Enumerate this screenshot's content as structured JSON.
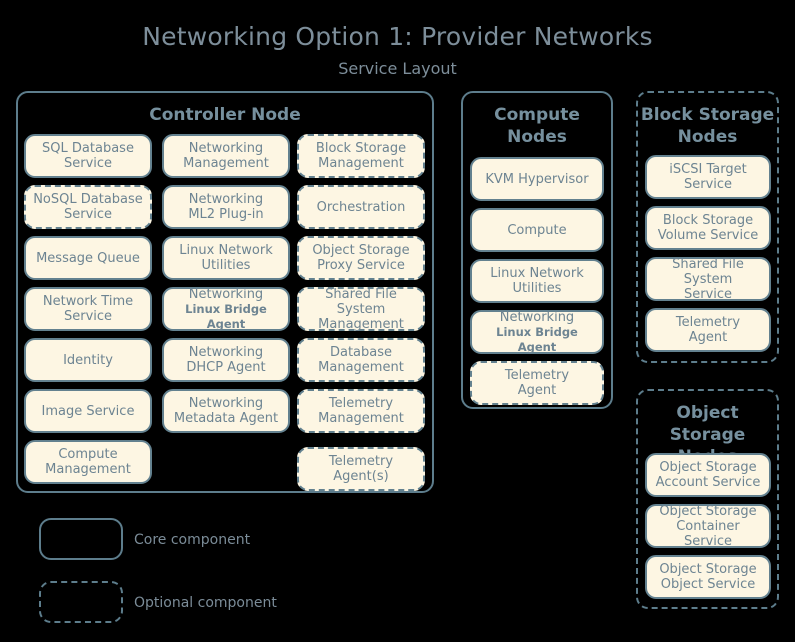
{
  "title": "Networking Option 1: Provider Networks",
  "subtitle": "Service Layout",
  "colors": {
    "background": "#000000",
    "box_fill": "#fdf6e3",
    "border": "#5d7d8c",
    "text": "#6d8492",
    "title_text": "#7d8e9a"
  },
  "controller": {
    "title": "Controller Node",
    "col1": [
      {
        "line1": "SQL Database",
        "line2": "Service",
        "optional": false
      },
      {
        "line1": "NoSQL Database",
        "line2": "Service",
        "optional": true
      },
      {
        "line1": "Message Queue",
        "line2": "",
        "optional": false
      },
      {
        "line1": "Network Time",
        "line2": "Service",
        "optional": false
      },
      {
        "line1": "Identity",
        "line2": "",
        "optional": false
      },
      {
        "line1": "Image Service",
        "line2": "",
        "optional": false
      },
      {
        "line1": "Compute",
        "line2": "Management",
        "optional": false
      }
    ],
    "col2": [
      {
        "line1": "Networking",
        "line2": "Management",
        "optional": false
      },
      {
        "line1": "Networking",
        "line2": "ML2 Plug-in",
        "optional": false
      },
      {
        "line1": "Linux Network",
        "line2": "Utilities",
        "optional": false
      },
      {
        "line1": "Networking",
        "line2": "Linux Bridge Agent",
        "optional": false,
        "small_second_line": true
      },
      {
        "line1": "Networking",
        "line2": "DHCP Agent",
        "optional": false
      },
      {
        "line1": "Networking",
        "line2": "Metadata Agent",
        "optional": false
      }
    ],
    "col3": [
      {
        "line1": "Block Storage",
        "line2": "Management",
        "optional": true
      },
      {
        "line1": "Orchestration",
        "line2": "",
        "optional": true
      },
      {
        "line1": "Object Storage",
        "line2": "Proxy Service",
        "optional": true
      },
      {
        "line1": "Shared File System",
        "line2": "Management",
        "optional": true
      },
      {
        "line1": "Database",
        "line2": "Management",
        "optional": true
      },
      {
        "line1": "Telemetry",
        "line2": "Management",
        "optional": true
      },
      {
        "line1": "Telemetry",
        "line2": "Agent(s)",
        "optional": true
      }
    ]
  },
  "compute": {
    "title_line1": "Compute",
    "title_line2": "Nodes",
    "optional_container": false,
    "items": [
      {
        "line1": "KVM Hypervisor",
        "line2": "",
        "optional": false
      },
      {
        "line1": "Compute",
        "line2": "",
        "optional": false
      },
      {
        "line1": "Linux Network",
        "line2": "Utilities",
        "optional": false
      },
      {
        "line1": "Networking",
        "line2": "Linux Bridge Agent",
        "optional": false,
        "small_second_line": true
      },
      {
        "line1": "Telemetry",
        "line2": "Agent",
        "optional": true
      }
    ]
  },
  "block_storage": {
    "title_line1": "Block Storage",
    "title_line2": "Nodes",
    "optional_container": true,
    "items": [
      {
        "line1": "iSCSI Target",
        "line2": "Service",
        "optional": false
      },
      {
        "line1": "Block Storage",
        "line2": "Volume Service",
        "optional": false
      },
      {
        "line1": "Shared File System",
        "line2": "Service",
        "optional": false
      },
      {
        "line1": "Telemetry",
        "line2": "Agent",
        "optional": false
      }
    ]
  },
  "object_storage": {
    "title_line1": "Object",
    "title_line2": "Storage Nodes",
    "optional_container": true,
    "items": [
      {
        "line1": "Object Storage",
        "line2": "Account Service",
        "optional": false
      },
      {
        "line1": "Object Storage",
        "line2": "Container Service",
        "optional": false
      },
      {
        "line1": "Object Storage",
        "line2": "Object Service",
        "optional": false
      }
    ]
  },
  "legend": {
    "core_label": "Core component",
    "optional_label": "Optional component"
  }
}
